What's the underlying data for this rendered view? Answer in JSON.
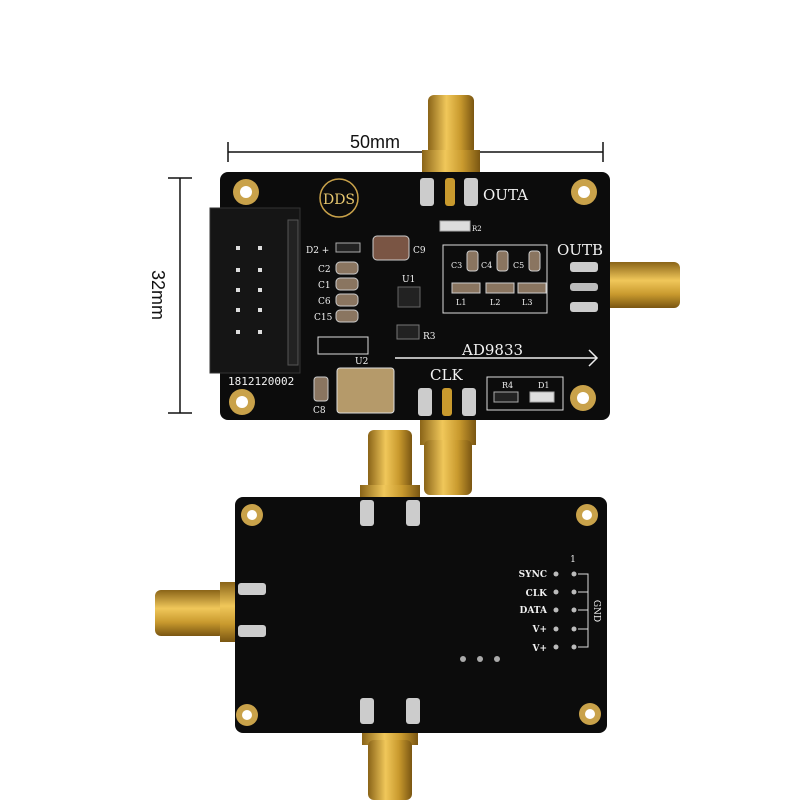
{
  "dimensions": {
    "width_label": "50mm",
    "height_label": "32mm"
  },
  "top_board": {
    "logo": "DDS",
    "chip": "AD9833",
    "serial": "1812120002",
    "ports": {
      "out_a": "OUTA",
      "out_b": "OUTB",
      "clk": "CLK"
    },
    "components": [
      "D2 +",
      "C9",
      "C2",
      "C1",
      "C6",
      "C15",
      "U1",
      "R3",
      "U2",
      "C8",
      "C3",
      "C4",
      "C5",
      "L1",
      "L2",
      "L3",
      "R2",
      "R4",
      "D1"
    ]
  },
  "bottom_board": {
    "pins": [
      "SYNC",
      "CLK",
      "DATA",
      "V+",
      "V+"
    ],
    "pin1_label": "1",
    "ground_label": "GND"
  },
  "colors": {
    "pcb": "#0c0c0c",
    "gold": "#c99a2e",
    "silk": "#f2f2f2"
  }
}
